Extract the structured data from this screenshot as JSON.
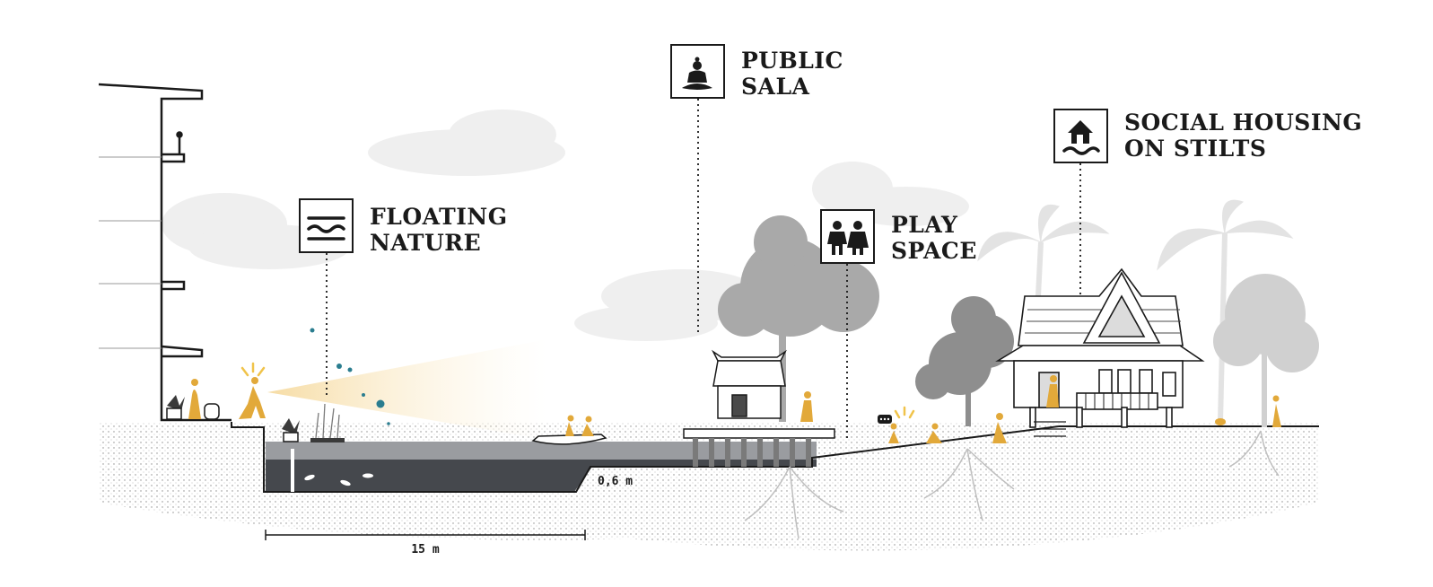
{
  "callouts": {
    "floating_nature": {
      "line1": "FLOATING",
      "line2": "NATURE",
      "icon": "waves-icon"
    },
    "public_sala": {
      "line1": "PUBLIC",
      "line2": "SALA",
      "icon": "buddha-icon"
    },
    "play_space": {
      "line1": "PLAY",
      "line2": "SPACE",
      "icon": "children-icon"
    },
    "social_housing": {
      "line1": "SOCIAL HOUSING",
      "line2": "ON STILTS",
      "icon": "house-flood-icon"
    }
  },
  "dimensions": {
    "depth": "0,6 m",
    "width": "15 m"
  },
  "colors": {
    "ink": "#1a1a1a",
    "water_dark": "#45484d",
    "water_light": "#9a9ca0",
    "figure": "#e2a93a",
    "tree": "#a9a9a9",
    "sky_shape": "#ececec",
    "bubble": "#2a7d8f"
  }
}
